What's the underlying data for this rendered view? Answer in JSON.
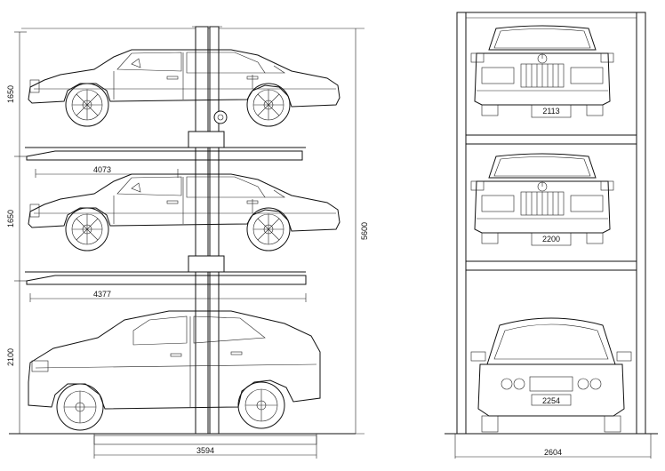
{
  "side_view": {
    "levels": [
      {
        "height_label": "1650",
        "platform_length_label": "4073"
      },
      {
        "height_label": "1650",
        "platform_length_label": "4377"
      },
      {
        "height_label": "2100"
      }
    ],
    "total_height_label": "5600",
    "base_width_label": "3594"
  },
  "front_view": {
    "cars": [
      {
        "plate": "2113"
      },
      {
        "plate": "2200"
      },
      {
        "plate": "2254"
      }
    ],
    "total_width_label": "2604"
  }
}
